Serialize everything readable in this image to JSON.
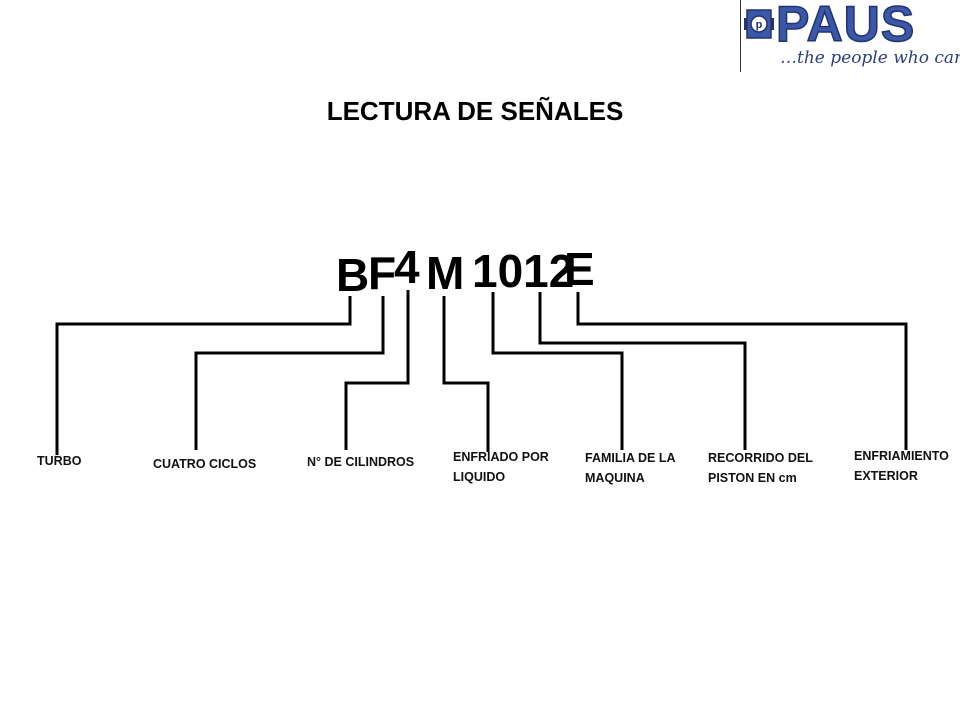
{
  "logo": {
    "word": "PAUS",
    "tagline": "…the people who care",
    "gear_mark": "p"
  },
  "title": "LECTURA DE SEÑALES",
  "code": {
    "letters": [
      "B",
      "F",
      "4",
      "M",
      "1012",
      "E"
    ]
  },
  "labels": [
    {
      "id": "turbo",
      "lines": [
        "TURBO"
      ]
    },
    {
      "id": "cuatro-ciclos",
      "lines": [
        "CUATRO CICLOS"
      ]
    },
    {
      "id": "cilindros",
      "lines": [
        "N° DE CILINDROS"
      ]
    },
    {
      "id": "enfriado",
      "lines": [
        "ENFRIADO POR",
        "LIQUIDO"
      ]
    },
    {
      "id": "familia",
      "lines": [
        "FAMILIA DE LA",
        "MAQUINA"
      ]
    },
    {
      "id": "recorrido",
      "lines": [
        "RECORRIDO DEL",
        "PISTON EN cm"
      ]
    },
    {
      "id": "enfriamiento",
      "lines": [
        "ENFRIAMIENTO",
        "EXTERIOR"
      ]
    }
  ],
  "colors": {
    "logo_blue": "#3a57a8",
    "logo_dark": "#22346e",
    "line": "#000000"
  }
}
